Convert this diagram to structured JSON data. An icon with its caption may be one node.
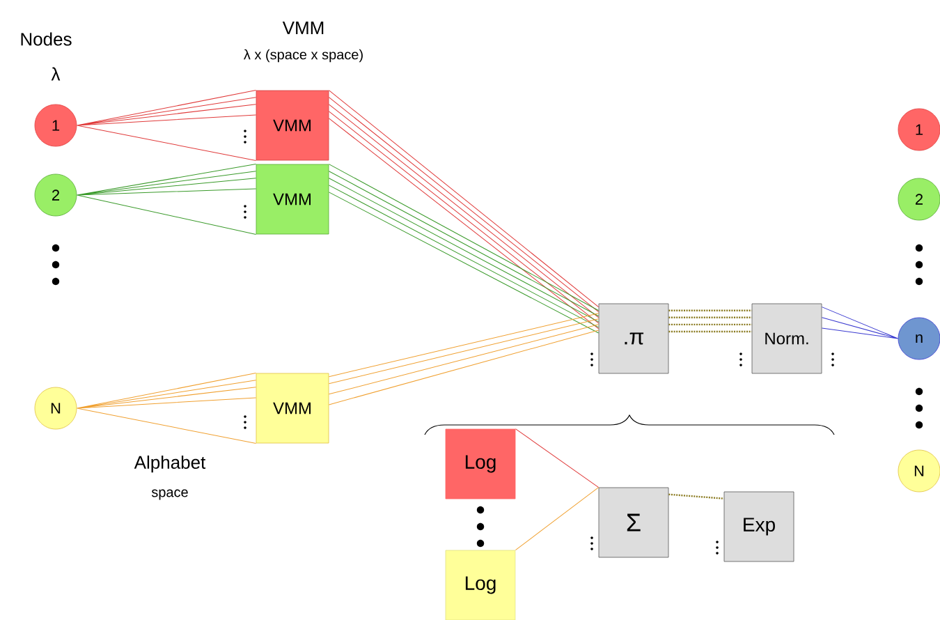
{
  "diagram": {
    "nodes": [
      {
        "text": [
          "1"
        ]
      },
      {
        "text": [
          "2"
        ]
      },
      {
        "text": [
          "N"
        ]
      },
      {
        "text": [
          "VMM"
        ]
      },
      {
        "text": [
          "VMM"
        ]
      },
      {
        "text": [
          "VMM"
        ]
      },
      {
        "text": [
          ".π"
        ]
      },
      {
        "text": [
          "Norm."
        ]
      },
      {
        "text": [
          "n"
        ]
      },
      {
        "text": [
          "1"
        ]
      },
      {
        "text": [
          "2"
        ]
      },
      {
        "text": [
          "N"
        ]
      },
      {
        "text": [
          "Log"
        ]
      },
      {
        "text": [
          "Log"
        ]
      },
      {
        "text": [
          "Σ"
        ]
      },
      {
        "text": [
          "Exp"
        ]
      }
    ],
    "edges": [
      {
        "from": 0,
        "to": 3,
        "arrow": "none",
        "color": "#e03a3a"
      },
      {
        "from": 1,
        "to": 4,
        "arrow": "none",
        "color": "#3a9a2a"
      },
      {
        "from": 2,
        "to": 5,
        "arrow": "none",
        "color": "#f0a030"
      },
      {
        "from": 3,
        "to": 6,
        "arrow": "none",
        "color": "#e03a3a"
      },
      {
        "from": 4,
        "to": 6,
        "arrow": "none",
        "color": "#3a9a2a"
      },
      {
        "from": 5,
        "to": 6,
        "arrow": "none",
        "color": "#f0a030"
      },
      {
        "from": 6,
        "to": 7,
        "arrow": "none",
        "style": "dashed",
        "color": "#8a7a20"
      },
      {
        "from": 7,
        "to": 8,
        "arrow": "none",
        "color": "#3a3ad0"
      },
      {
        "from": 12,
        "to": 14,
        "arrow": "none",
        "color": "#e03a3a"
      },
      {
        "from": 13,
        "to": 14,
        "arrow": "none",
        "color": "#f0a030"
      },
      {
        "from": 14,
        "to": 15,
        "arrow": "none",
        "style": "dashed",
        "color": "#8a7a20"
      }
    ],
    "labels": [
      "Nodes",
      "λ",
      "VMM",
      "λ x (space x space)",
      "Alphabet",
      "space"
    ]
  }
}
